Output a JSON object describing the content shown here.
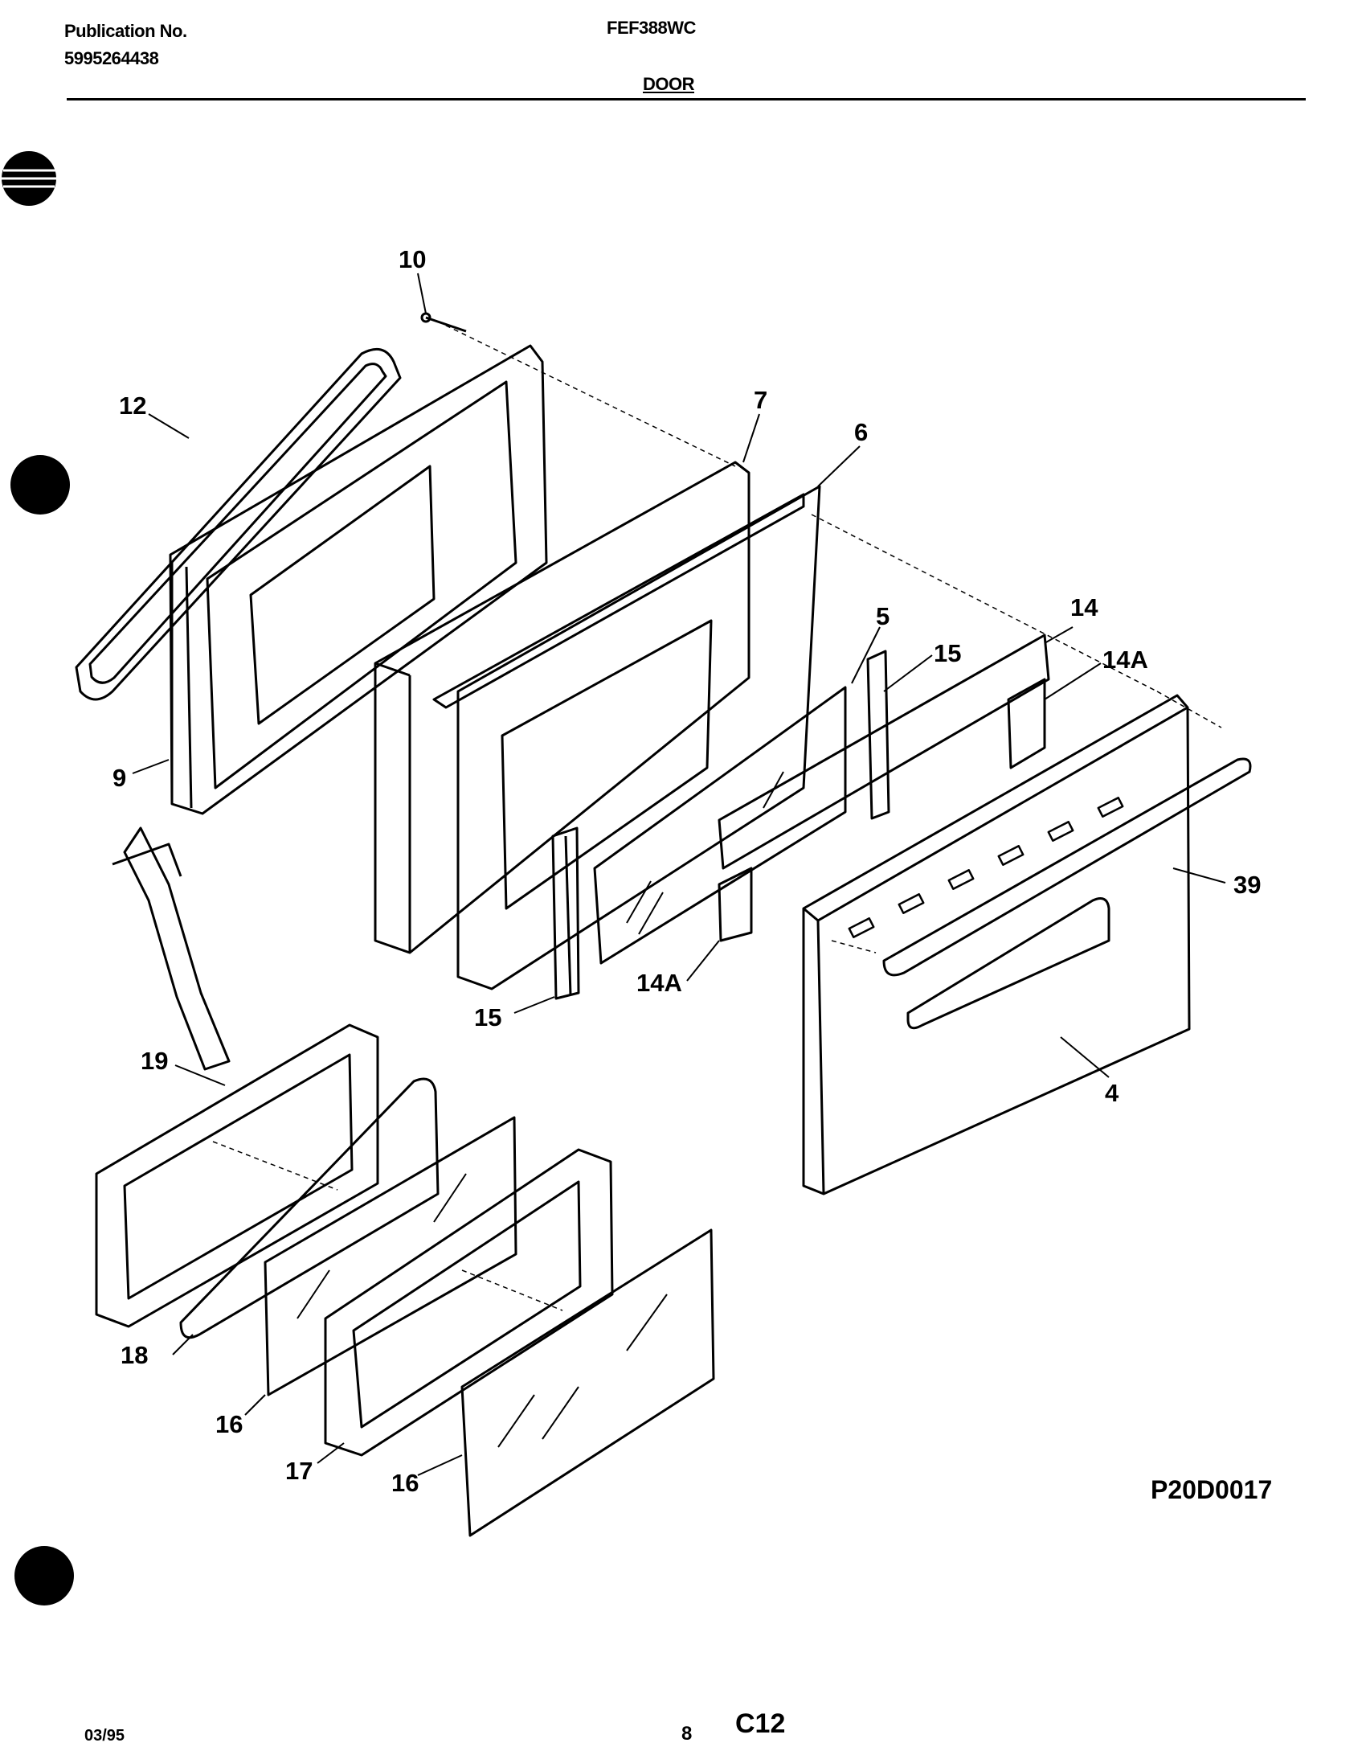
{
  "header": {
    "publication_label": "Publication No.",
    "publication_number": "5995264438",
    "model": "FEF388WC",
    "section": "DOOR"
  },
  "diagram": {
    "code": "P20D0017",
    "callouts": [
      "10",
      "12",
      "7",
      "6",
      "5",
      "15",
      "14",
      "14A",
      "9",
      "39",
      "14A",
      "15",
      "4",
      "19",
      "18",
      "16",
      "17",
      "16"
    ]
  },
  "footer": {
    "date": "03/95",
    "page": "8",
    "code": "C12"
  }
}
